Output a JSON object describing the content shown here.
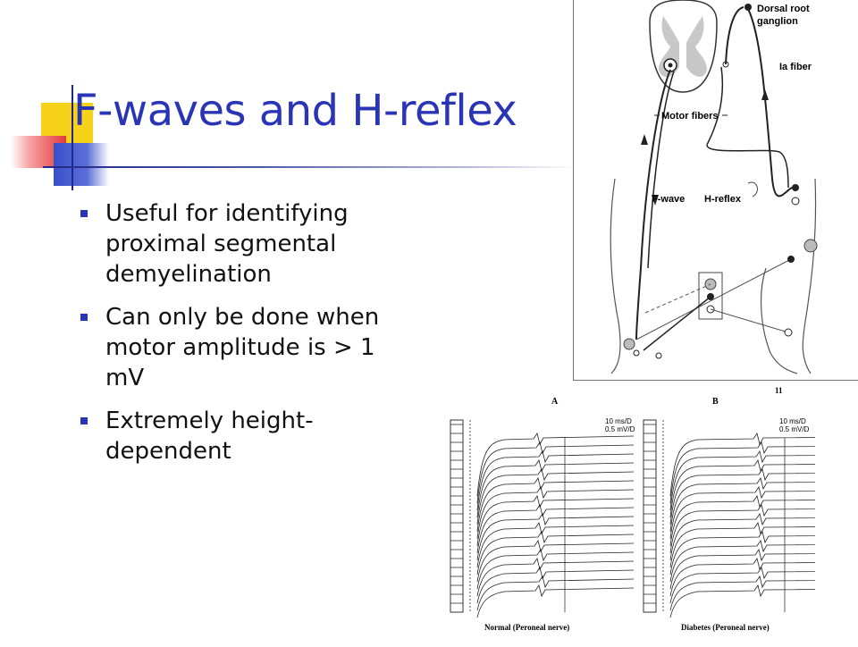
{
  "slide": {
    "title": "F-waves and H-reflex",
    "bullets": [
      "Useful for identifying proximal segmental demyelination",
      "Can only be done when motor amplitude is > 1 mV",
      "Extremely height-dependent"
    ]
  },
  "anatomy_figure": {
    "labels": {
      "dorsal_root_ganglion_1": "Dorsal root",
      "dorsal_root_ganglion_2": "ganglion",
      "ia_fiber": "Ia fiber",
      "motor_fibers": "Motor fibers",
      "f_wave": "F-wave",
      "h_reflex": "H-reflex"
    }
  },
  "traces_figure": {
    "page_number": "11",
    "panel_a": "A",
    "panel_b": "B",
    "scale_a_1": "10 ms/D",
    "scale_a_2": "0.5 mV/D",
    "scale_b_1": "10 ms/D",
    "scale_b_2": "0.5 mV/D",
    "caption_a": "Normal  (Peroneal nerve)",
    "caption_b": "Diabetes  (Peroneal nerve)"
  },
  "colors": {
    "title": "#2a35b6",
    "bullet_marker": "#2a35b6",
    "accent_yellow": "#f7d21a",
    "accent_red": "#e23a3a",
    "accent_blue": "#3a4fc6"
  }
}
